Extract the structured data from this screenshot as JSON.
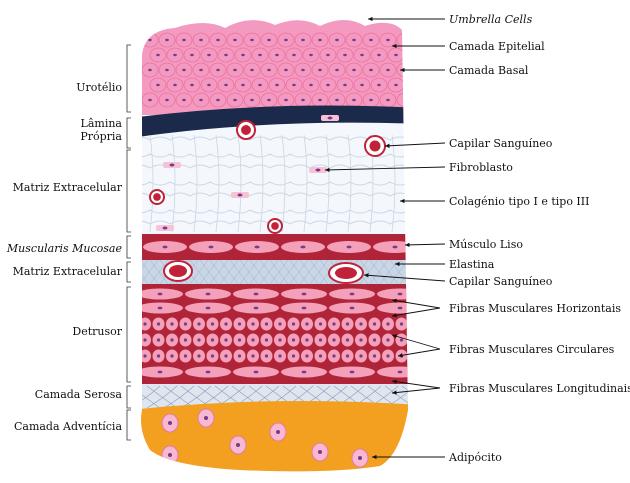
{
  "left_labels": [
    {
      "text": "Urotélio",
      "italic": false
    },
    {
      "text": "Lâmina\nPrópria",
      "italic": false
    },
    {
      "text": "Matriz Extracelular",
      "italic": false
    },
    {
      "text": "Muscularis Mucosae",
      "italic": true
    },
    {
      "text": "Matriz Extracelular",
      "italic": false
    },
    {
      "text": "Detrusor",
      "italic": false
    },
    {
      "text": "Camada Serosa",
      "italic": false
    },
    {
      "text": "Camada Adventícia",
      "italic": false
    }
  ],
  "right_labels": [
    {
      "text": "Umbrella Cells",
      "italic": true
    },
    {
      "text": "Camada Epitelial",
      "italic": false
    },
    {
      "text": "Camada Basal",
      "italic": false
    },
    {
      "text": "Capilar Sanguíneo",
      "italic": false
    },
    {
      "text": "Fibroblasto",
      "italic": false
    },
    {
      "text": "Colagénio tipo I e tipo III",
      "italic": false
    },
    {
      "text": "Músculo Liso",
      "italic": false
    },
    {
      "text": "Elastina",
      "italic": false
    },
    {
      "text": "Capilar Sanguíneo",
      "italic": false
    },
    {
      "text": "Fibras Musculares Horizontais",
      "italic": false
    },
    {
      "text": "Fibras Musculares Circulares",
      "italic": false
    },
    {
      "text": "Fibras Musculares Longitudinais",
      "italic": false
    },
    {
      "text": "Adipócito",
      "italic": false
    }
  ],
  "colors": {
    "urothelium": "#f49ac1",
    "basal_line": "#1b2a4a",
    "muscle_dark": "#b0243a",
    "muscle_cell": "#f4a0b8",
    "nucleus": "#7a3a8c",
    "fat": "#f3a020",
    "collagen": "#c9d6e6"
  }
}
